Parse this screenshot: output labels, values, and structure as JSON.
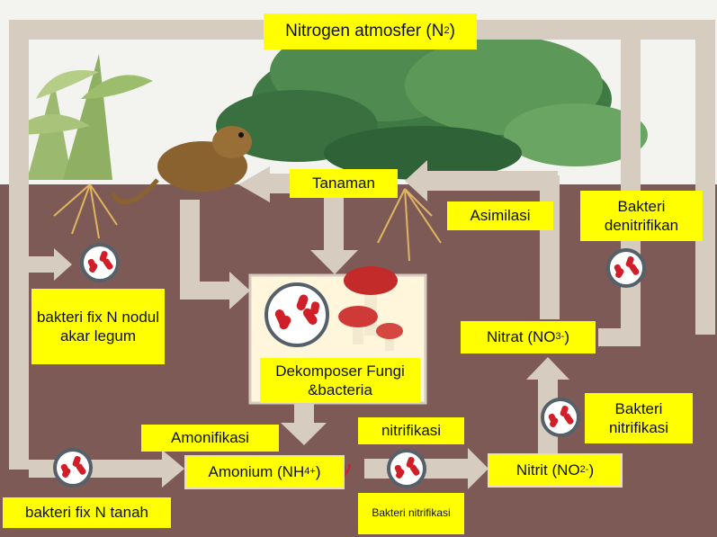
{
  "title": {
    "text": "Nitrogen atmosfer (N",
    "sub": "2",
    "tail": ")"
  },
  "labels": {
    "tanaman": "Tanaman",
    "asimilasi": "Asimilasi",
    "denitrifikan": "Bakteri denitrifikan",
    "fix_nodul": "bakteri fix N nodul akar legum",
    "dekomposer": "Dekomposer Fungi &bacteria",
    "amonifikasi": "Amonifikasi",
    "nitrifikasi": "nitrifikasi",
    "fix_tanah": "bakteri fix N tanah",
    "bakteri_nitrifikasi_right": "Bakteri nitrifikasi",
    "bakteri_nitrifikasi_small": "Bakteri nitrifikasi"
  },
  "chem": {
    "nitrat": {
      "pre": "Nitrat (NO",
      "sub": "3",
      "sup": "-",
      "post": ")"
    },
    "nitrit": {
      "pre": "Nitrit (NO",
      "sub": "2",
      "sup": "-",
      "post": ")"
    },
    "amonium": {
      "pre": "Amonium (NH",
      "sub": "4",
      "sup": "+",
      "post": ")"
    }
  },
  "colors": {
    "label_bg": "#ffff00",
    "soil": "#7e5a56",
    "sky": "#f3f3ef",
    "arrow": "#d6ccbf",
    "bacteria": "#d11f2a"
  }
}
